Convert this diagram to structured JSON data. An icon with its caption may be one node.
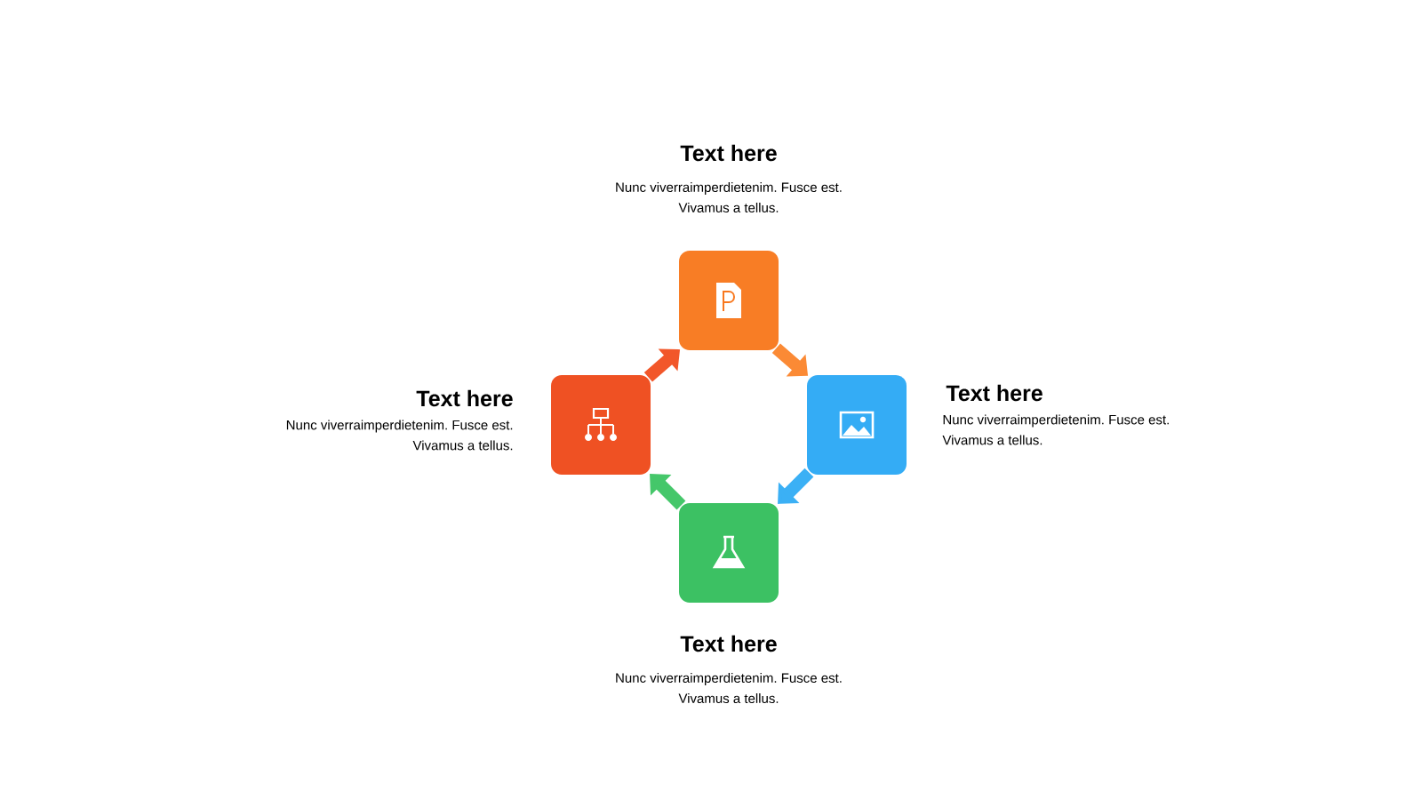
{
  "diagram": {
    "nodes": [
      {
        "text": [],
        "shape": "box",
        "beside": [
          "Text here",
          "Nunc viverraimperdietenim. Fusce est. Vivamus a tellus."
        ]
      },
      {
        "text": [],
        "shape": "box",
        "beside": [
          "Text here",
          "Nunc viverraimperdietenim. Fusce est. Vivamus a tellus."
        ]
      },
      {
        "text": [],
        "shape": "box",
        "beside": [
          "Text here",
          "Nunc viverraimperdietenim. Fusce est. Vivamus a tellus."
        ]
      },
      {
        "text": [],
        "shape": "box",
        "beside": [
          "Text here",
          "Nunc viverraimperdietenim. Fusce est. Vivamus a tellus."
        ]
      }
    ],
    "edges": [
      {
        "from": 0,
        "to": 2,
        "arrow": "to",
        "color": "#fb8a35"
      },
      {
        "from": 2,
        "to": 3,
        "arrow": "to",
        "color": "#3bb0f5"
      },
      {
        "from": 3,
        "to": 1,
        "arrow": "to",
        "color": "#45c76a"
      },
      {
        "from": 1,
        "to": 0,
        "arrow": "to",
        "color": "#f2572a"
      }
    ]
  }
}
